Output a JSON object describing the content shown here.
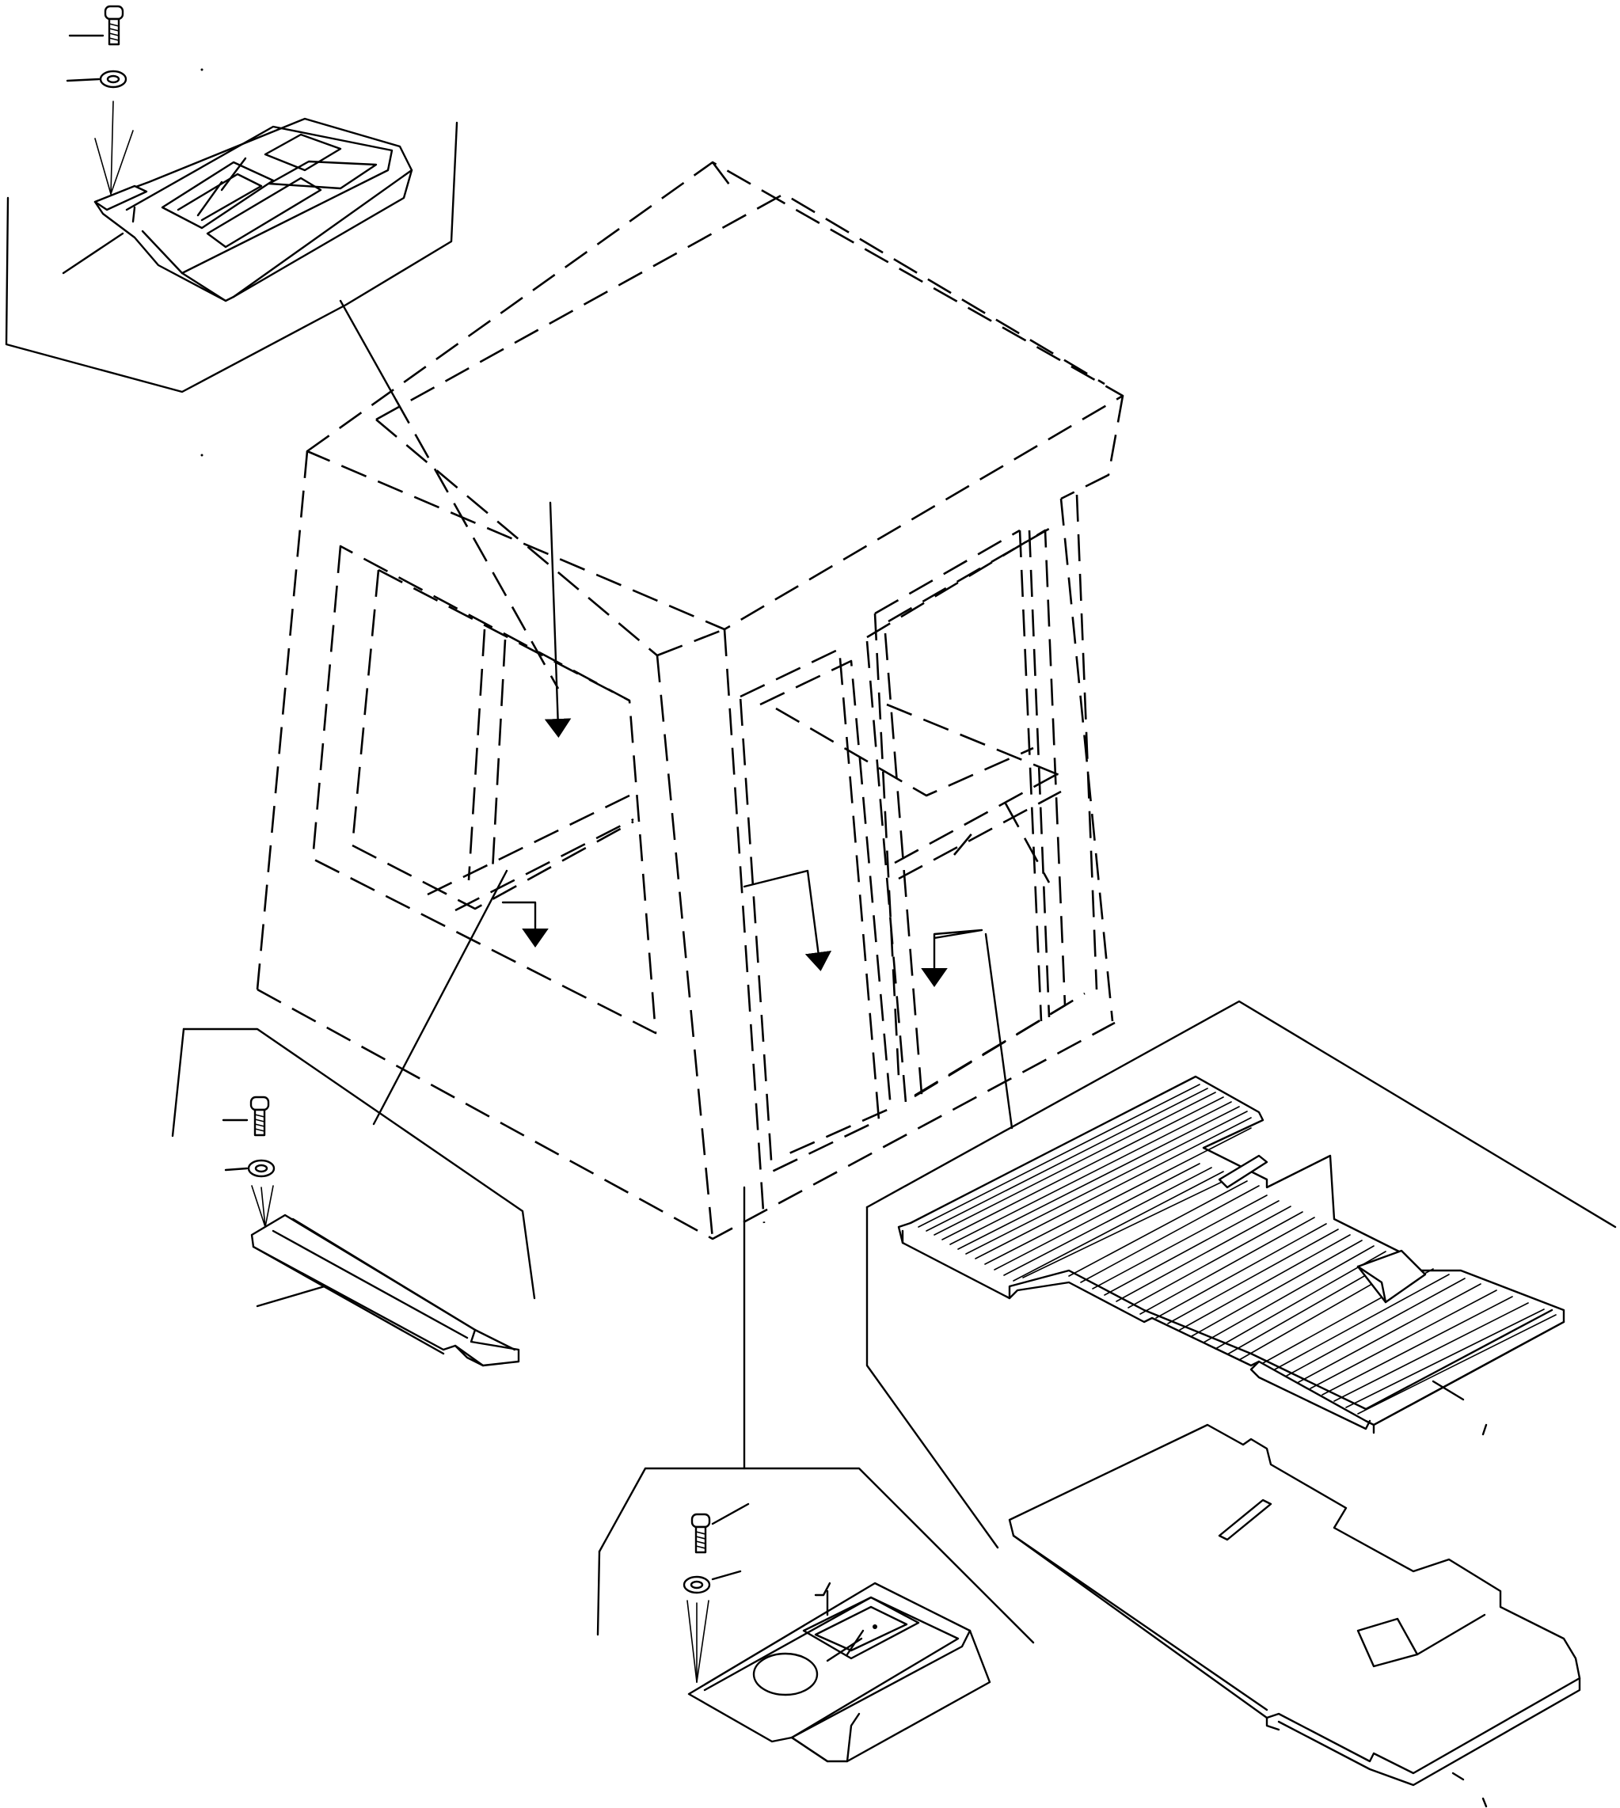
{
  "diagram": {
    "parts": [
      {
        "id": "cab",
        "icon": "cab-outline-icon"
      },
      {
        "id": "console_rear",
        "icon": "rear-console-icon"
      },
      {
        "id": "cover_left",
        "icon": "left-cover-icon"
      },
      {
        "id": "console_front",
        "icon": "front-console-icon"
      },
      {
        "id": "floor_mat",
        "icon": "floor-mat-icon"
      },
      {
        "id": "floor_plate",
        "icon": "floor-plate-icon"
      }
    ],
    "line_color": "#000000",
    "background": "#ffffff"
  }
}
